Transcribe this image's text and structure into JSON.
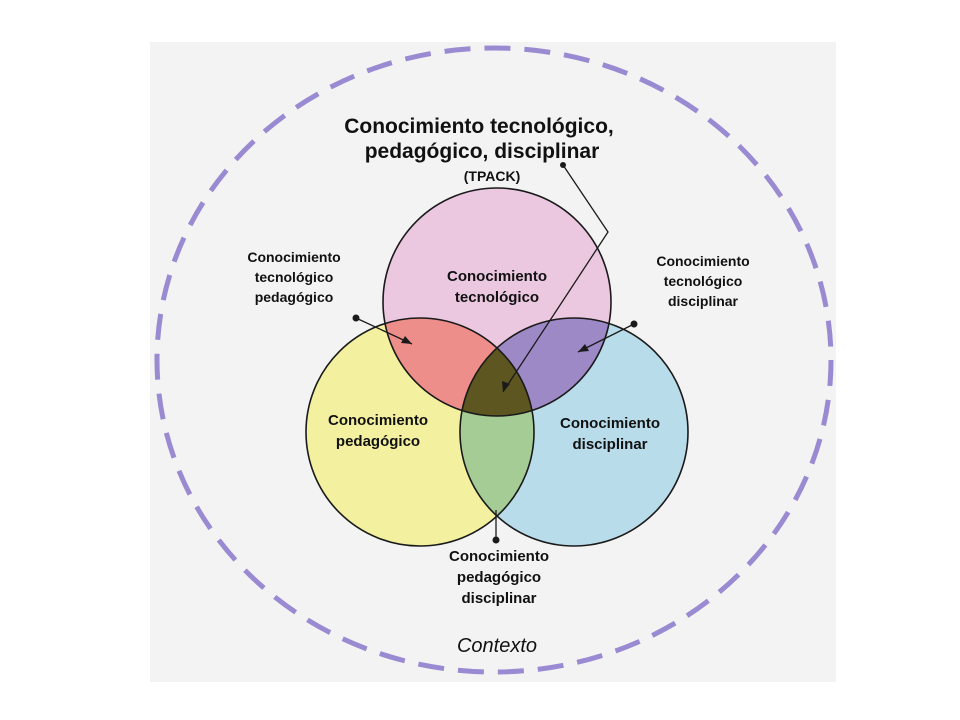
{
  "title": {
    "line1": "Conocimiento  tecnológico,",
    "line2": "pedagógico, disciplinar",
    "line3": "(TPACK)"
  },
  "circles": {
    "technological": {
      "line1": "Conocimiento",
      "line2": "tecnológico",
      "color": "#ecc8e0"
    },
    "pedagogical": {
      "line1": "Conocimiento",
      "line2": "pedagógico",
      "color": "#f3f1a0"
    },
    "disciplinary": {
      "line1": "Conocimiento",
      "line2": "disciplinar",
      "color": "#b9dcea"
    }
  },
  "overlaps": {
    "tech_ped": {
      "line1": "Conocimiento",
      "line2": "tecnológico",
      "line3": "pedagógico",
      "color": "#ee8e8a"
    },
    "tech_disc": {
      "line1": "Conocimiento",
      "line2": "tecnológico",
      "line3": "disciplinar",
      "color": "#9d89c6"
    },
    "ped_disc": {
      "line1": "Conocimiento",
      "line2": "pedagógico",
      "line3": "disciplinar",
      "color": "#a6cc95"
    },
    "center_color": "#5d5620"
  },
  "context": {
    "label": "Contexto",
    "border_color": "#9a8ad2"
  }
}
